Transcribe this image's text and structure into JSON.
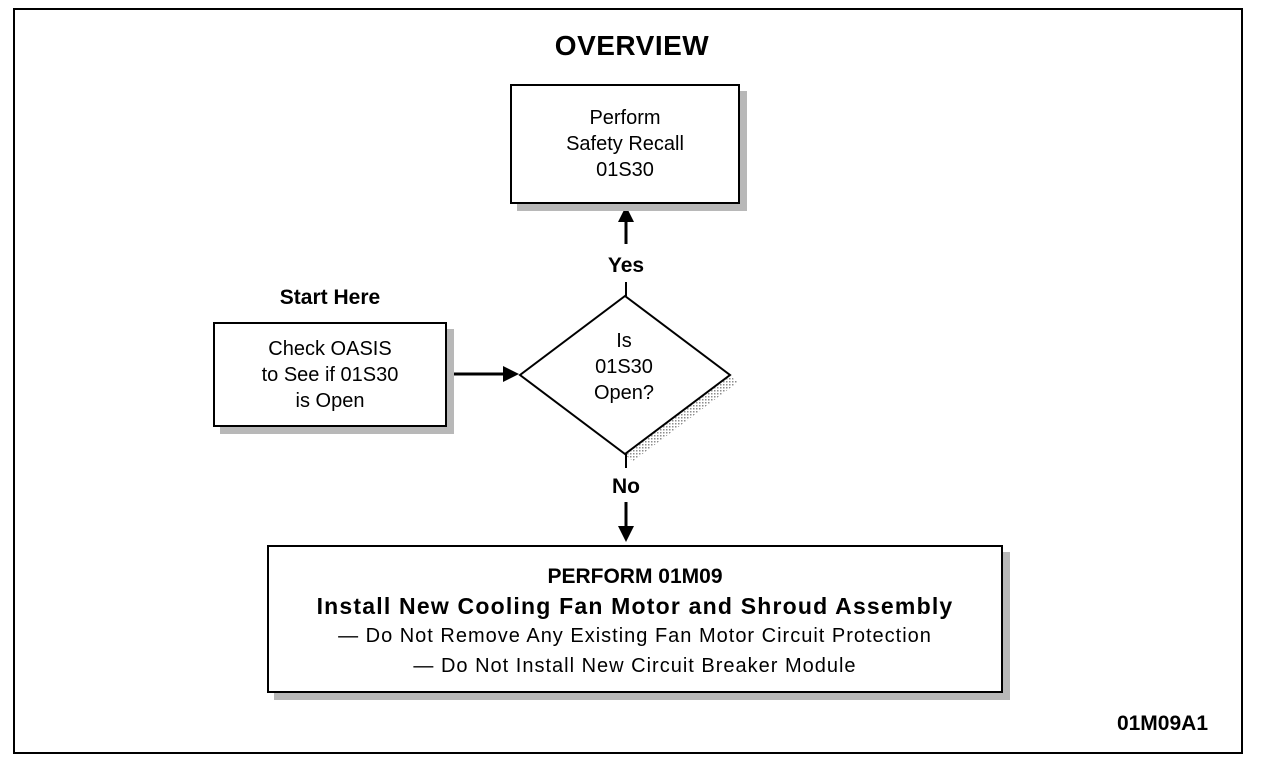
{
  "title": "OVERVIEW",
  "start_label": "Start Here",
  "start_box": [
    "Check OASIS",
    "to See if 01S30",
    "is Open"
  ],
  "decision": [
    "Is",
    "01S30",
    "Open?"
  ],
  "yes_label": "Yes",
  "no_label": "No",
  "recall_box": [
    "Perform",
    "Safety Recall",
    "01S30"
  ],
  "perform_box": {
    "title": "PERFORM 01M09",
    "subtitle": "Install New Cooling Fan Motor and Shroud Assembly",
    "notes": [
      "—   Do Not Remove Any Existing Fan Motor Circuit Protection",
      "—   Do Not Install New Circuit Breaker Module"
    ]
  },
  "figure_code": "01M09A1"
}
